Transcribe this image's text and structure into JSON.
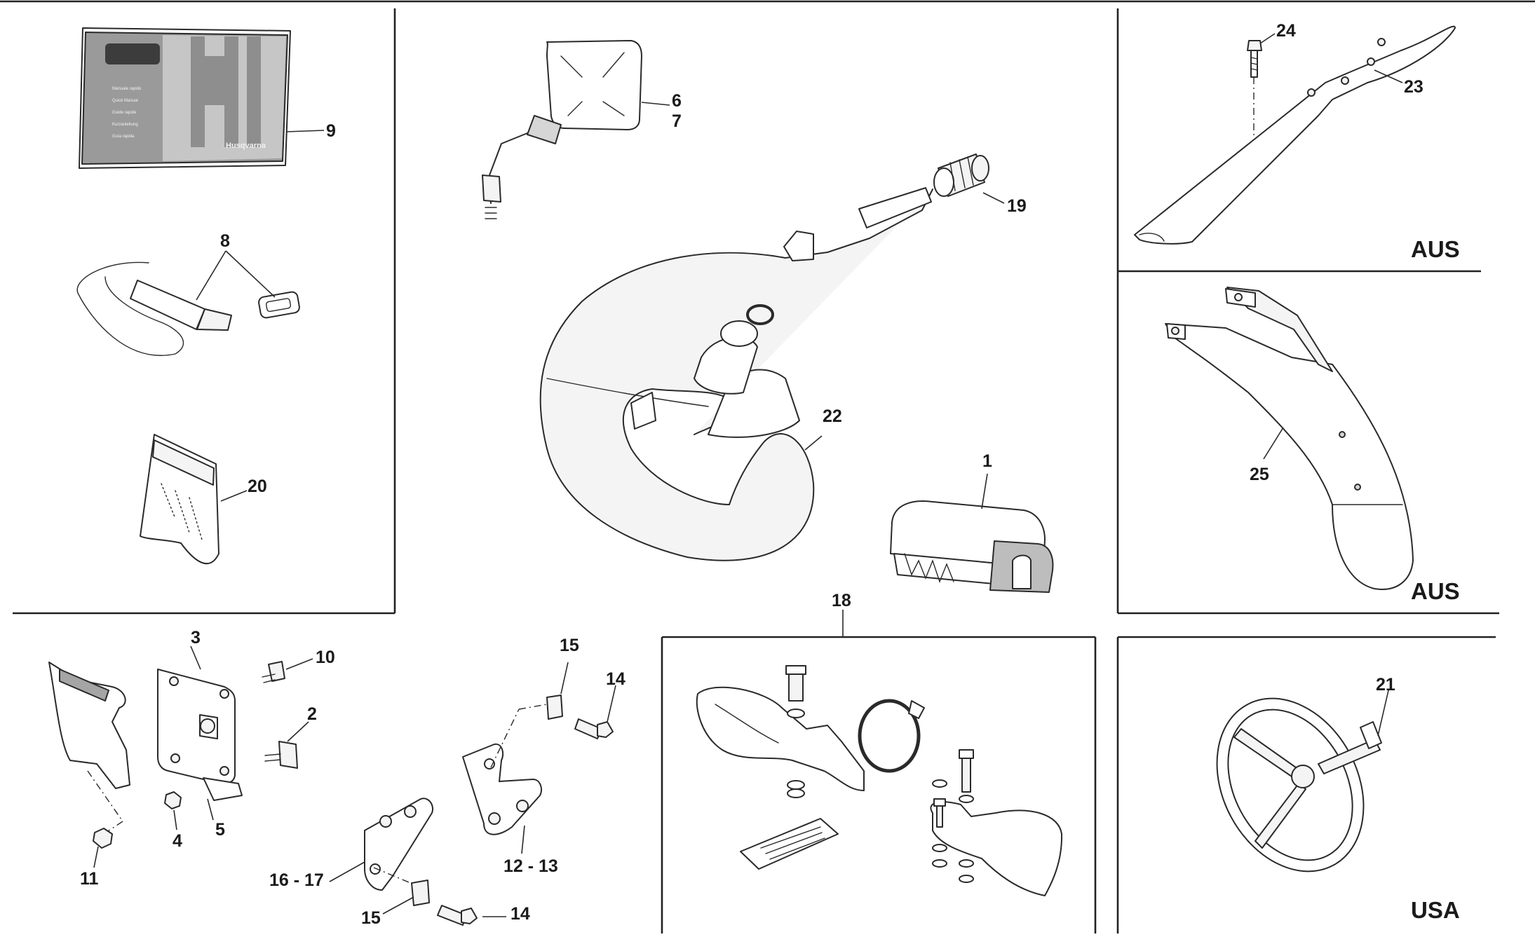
{
  "booklet": {
    "brand": "Husqvarna",
    "lines": [
      "Manuale rapido",
      "Quick Manual",
      "Guide rapide",
      "Kurzanleitung",
      "Guía rápida"
    ]
  },
  "callouts": {
    "c1": "1",
    "c2": "2",
    "c3": "3",
    "c4": "4",
    "c5": "5",
    "c6": "6",
    "c7": "7",
    "c8": "8",
    "c9": "9",
    "c10": "10",
    "c11": "11",
    "c12_13": "12 - 13",
    "c14a": "14",
    "c14b": "14",
    "c15a": "15",
    "c15b": "15",
    "c16_17": "16 - 17",
    "c18": "18",
    "c19": "19",
    "c20": "20",
    "c21": "21",
    "c22": "22",
    "c23": "23",
    "c24": "24",
    "c25": "25"
  },
  "regions": {
    "aus_top": "AUS",
    "aus_mid": "AUS",
    "usa": "USA"
  }
}
